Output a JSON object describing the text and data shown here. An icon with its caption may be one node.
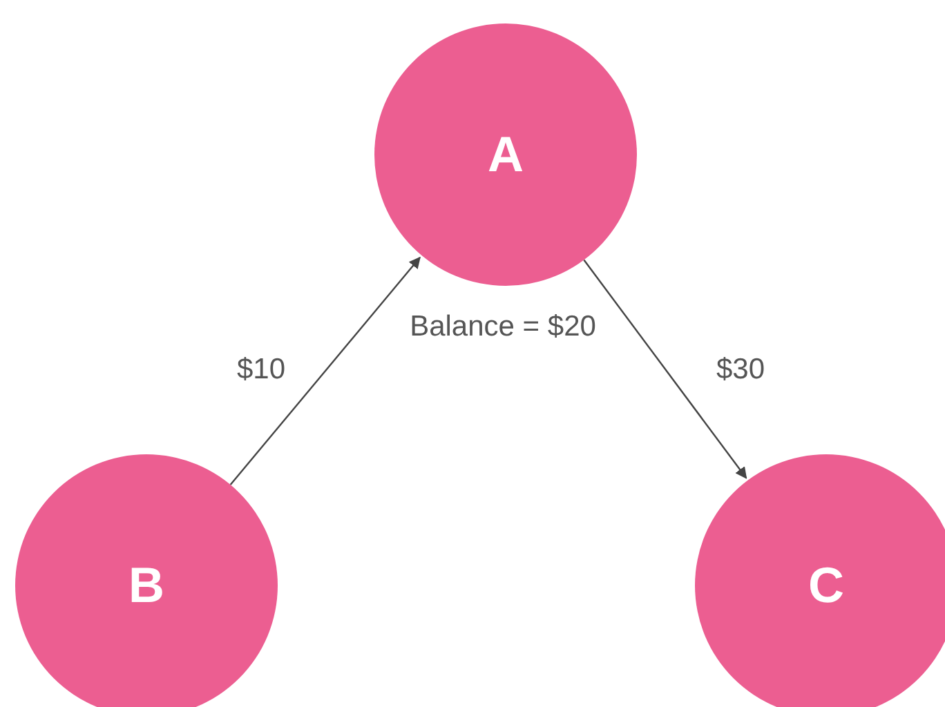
{
  "diagram": {
    "nodes": [
      {
        "text": [
          "A"
        ],
        "beside": [
          "Balance = $20"
        ]
      },
      {
        "text": [
          "B"
        ]
      },
      {
        "text": [
          "C"
        ]
      }
    ],
    "edges": [
      {
        "from": 1,
        "to": 0,
        "arrow": "to",
        "label": "$10"
      },
      {
        "from": 0,
        "to": 2,
        "arrow": "to",
        "label": "$30"
      }
    ]
  }
}
